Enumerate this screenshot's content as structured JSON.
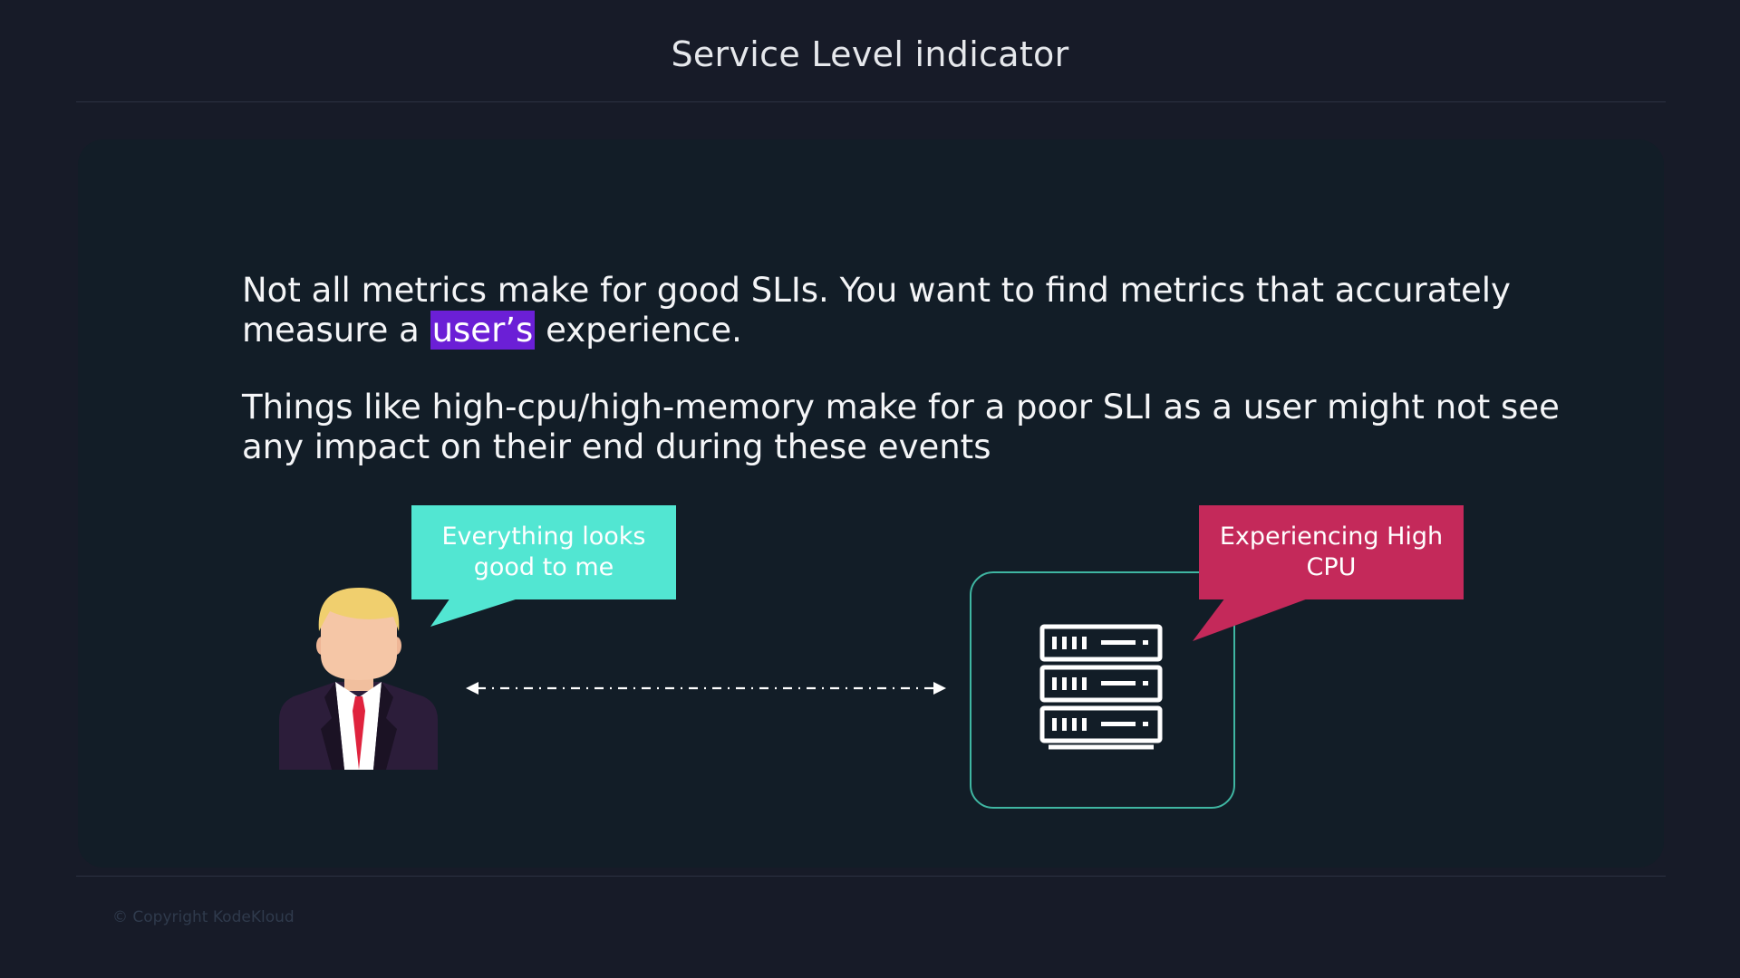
{
  "slide": {
    "title": "Service Level indicator",
    "paragraph1": {
      "before": "Not all metrics make for good SLIs. You want to find metrics that accurately measure a ",
      "highlight": "user’s",
      "after": " experience."
    },
    "paragraph2": "Things like high-cpu/high-memory make for a poor SLI as a user might not see any impact on their end during these events",
    "user_bubble": "Everything looks good to me",
    "server_bubble": "Experiencing High CPU",
    "copyright": "© Copyright KodeKloud"
  },
  "colors": {
    "background": "#171b28",
    "panel": "#121d27",
    "highlight": "#6b1fd6",
    "user_bubble": "#52e6d2",
    "server_bubble": "#c4295a",
    "server_border": "#3fb6a2"
  },
  "icons": {
    "person": "businessman-avatar-icon",
    "server": "server-rack-icon",
    "connection": "dashed-double-arrow-icon"
  }
}
